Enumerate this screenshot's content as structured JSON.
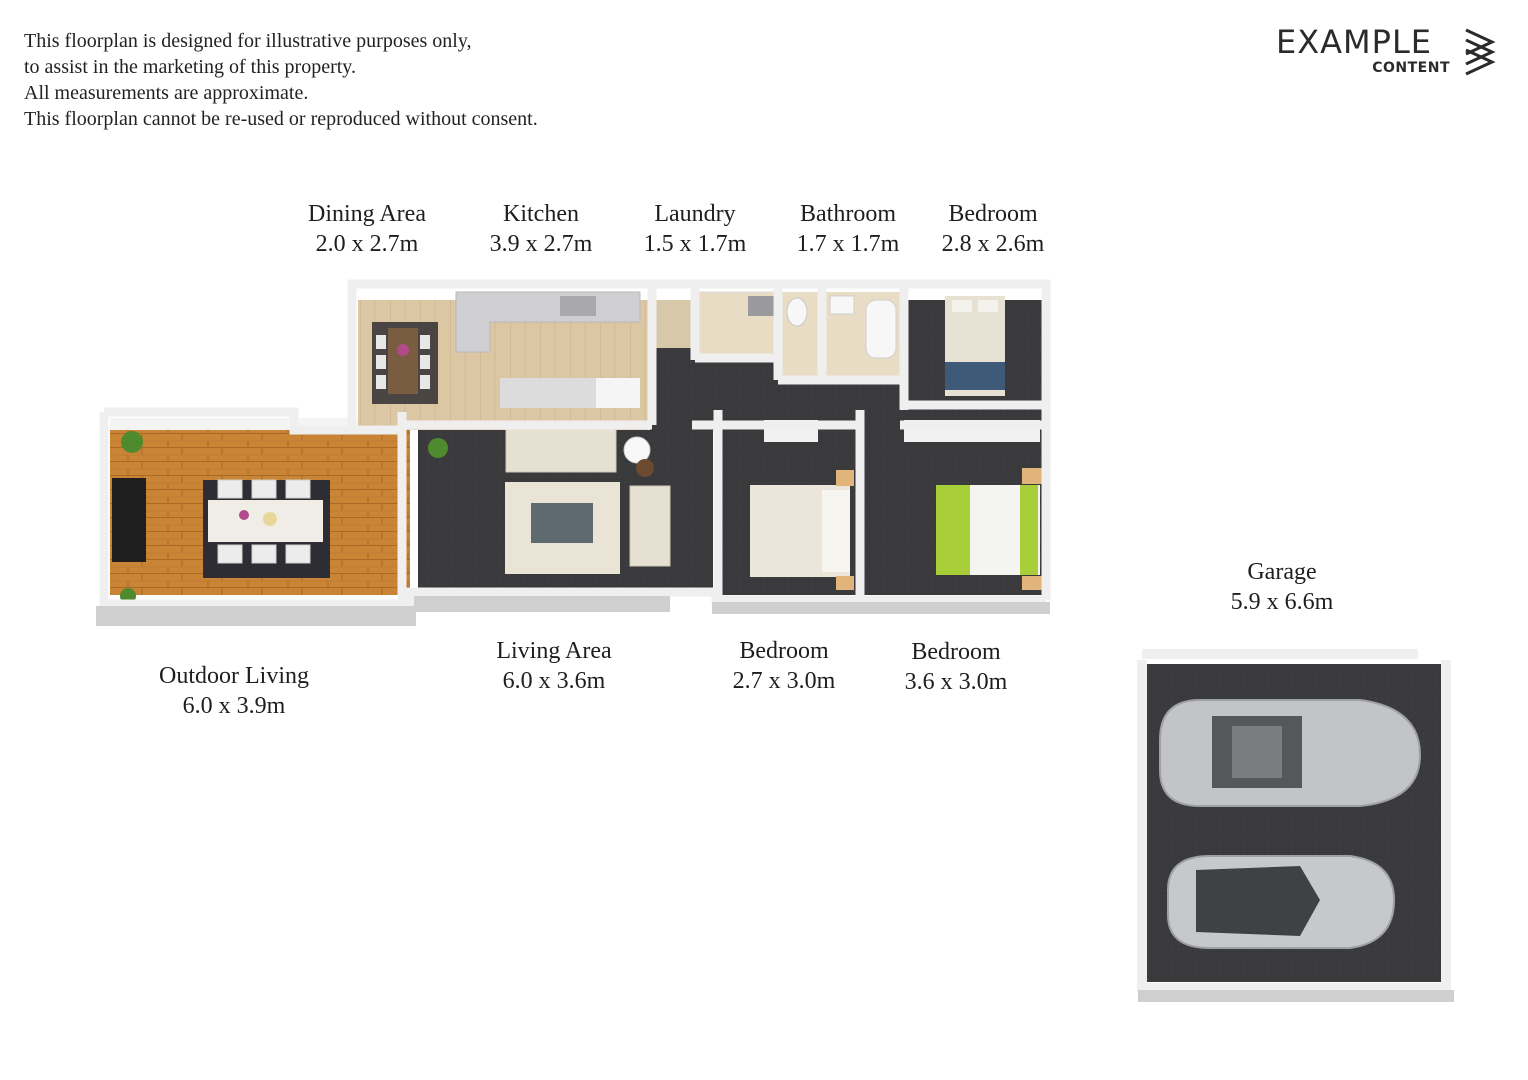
{
  "disclaimer": {
    "line1": "This floorplan is designed for illustrative purposes only,",
    "line2": "to assist in the marketing of this property.",
    "line3": "All measurements are approximate.",
    "line4": "This floorplan cannot be re-used or reproduced without consent."
  },
  "logo": {
    "main": "EXAMPLE",
    "sub": "CONTENT"
  },
  "rooms": {
    "dining": {
      "name": "Dining Area",
      "size": "2.0 x 2.7m"
    },
    "kitchen": {
      "name": "Kitchen",
      "size": "3.9 x 2.7m"
    },
    "laundry": {
      "name": "Laundry",
      "size": "1.5 x 1.7m"
    },
    "bathroom": {
      "name": "Bathroom",
      "size": "1.7 x 1.7m"
    },
    "bedroom_top": {
      "name": "Bedroom",
      "size": "2.8 x 2.6m"
    },
    "outdoor": {
      "name": "Outdoor Living",
      "size": "6.0 x 3.9m"
    },
    "living": {
      "name": "Living Area",
      "size": "6.0 x 3.6m"
    },
    "bedroom_mid": {
      "name": "Bedroom",
      "size": "2.7 x 3.0m"
    },
    "bedroom_right": {
      "name": "Bedroom",
      "size": "3.6 x 3.0m"
    },
    "garage": {
      "name": "Garage",
      "size": "5.9 x 6.6m"
    }
  },
  "colors": {
    "wall": "#f2f2f2",
    "wall_shadow": "#c9c9c9",
    "carpet": "#3b3b3d",
    "timber_floor": "#d6a868",
    "light_floor": "#e8dcc8",
    "deck": "#c98436"
  }
}
